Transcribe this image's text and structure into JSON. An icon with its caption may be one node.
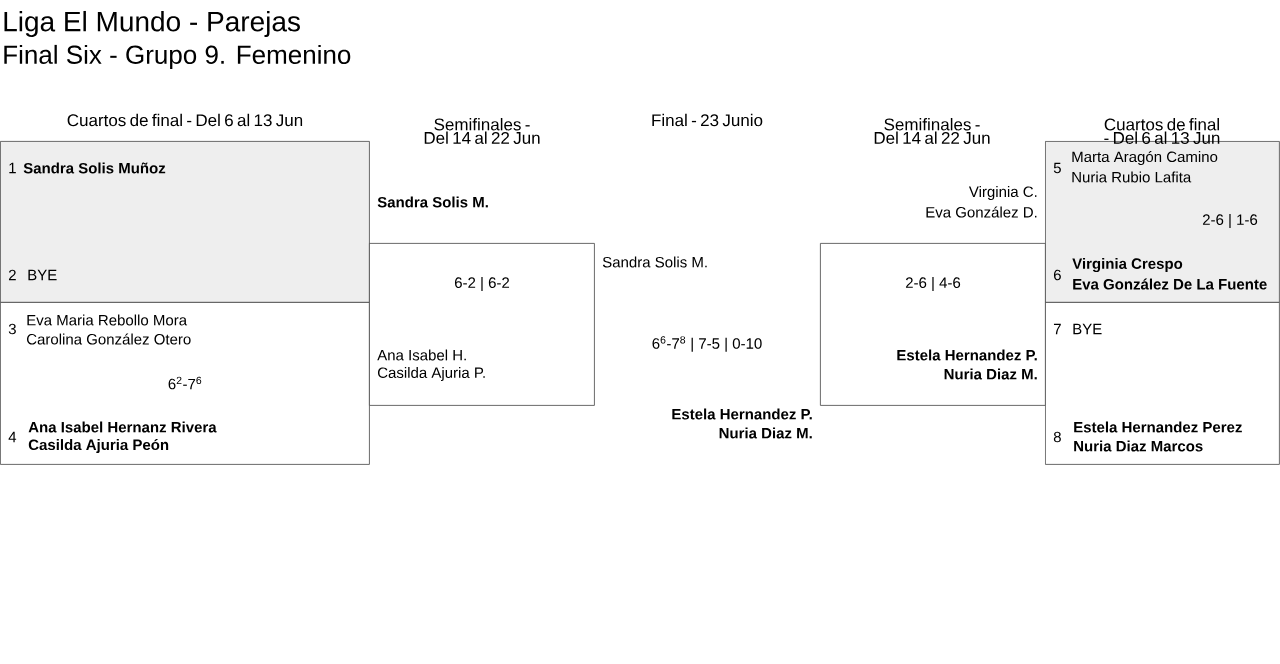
{
  "diagram": {
    "title": "Liga El Mundo - Parejas",
    "nodes": [
      {
        "text": [
          "1",
          "Sandra Solis Muñoz",
          "2",
          "BYE"
        ]
      },
      {
        "text": [
          "3",
          "Eva Maria Rebollo Mora",
          "Carolina González Otero",
          "6$^{2}$-7$^{6}$",
          "4",
          "Ana Isabel Hernanz Rivera",
          "Casilda Ajuria Peón"
        ]
      },
      {
        "text": [
          "Sandra Solis M.",
          "6-2 | 6-2",
          "Ana Isabel H.",
          "Casilda Ajuria P."
        ]
      },
      {
        "text": [
          "Virginia C.",
          "Eva González D.",
          "2-6 | 4-6",
          "Estela Hernandez P.",
          "Nuria Diaz M."
        ]
      },
      {
        "text": [
          "5",
          "Marta Aragón Camino",
          "Nuria Rubio Lafita",
          "2-6 | 1-6",
          "6",
          "Virginia Crespo",
          "Eva González De La Fuente"
        ]
      },
      {
        "text": [
          "7",
          "BYE",
          "8",
          "Estela Hernandez Perez",
          "Nuria Diaz Marcos"
        ]
      }
    ],
    "labels": [
      "Final Six - Grupo 9. Femenino",
      "Cuartos de final - Del 6 al 13 Jun",
      "Semifinales - Del 14 al 22 Jun",
      "Final - 23 Junio",
      "Semifinales - Del 14 al 22 Jun",
      "Cuartos de final - Del 6 al 13 Jun",
      "Sandra Solis M.",
      "6$^{6}$-7$^{8}$ | 7-5 | 0-10",
      "Estela Hernandez P.",
      "Nuria Diaz M."
    ]
  }
}
